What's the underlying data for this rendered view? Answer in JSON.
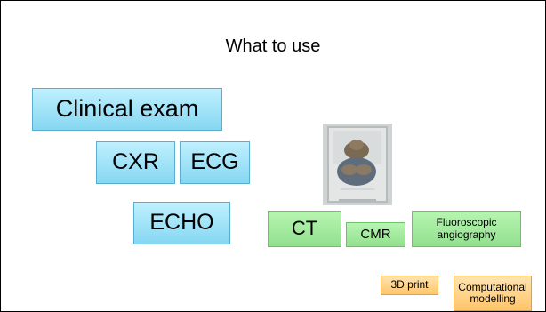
{
  "slide": {
    "title": "What to use",
    "blue_boxes": {
      "clinical_exam": "Clinical exam",
      "cxr": "CXR",
      "ecg": "ECG",
      "echo": "ECHO"
    },
    "green_boxes": {
      "ct": "CT",
      "cmr": "CMR",
      "fluoroscopic_angiography": "Fluoroscopic angiography"
    },
    "orange_boxes": {
      "print_3d": "3D print",
      "computational_modelling": "Computational modelling"
    },
    "image": "baby-in-scanner-photo"
  }
}
